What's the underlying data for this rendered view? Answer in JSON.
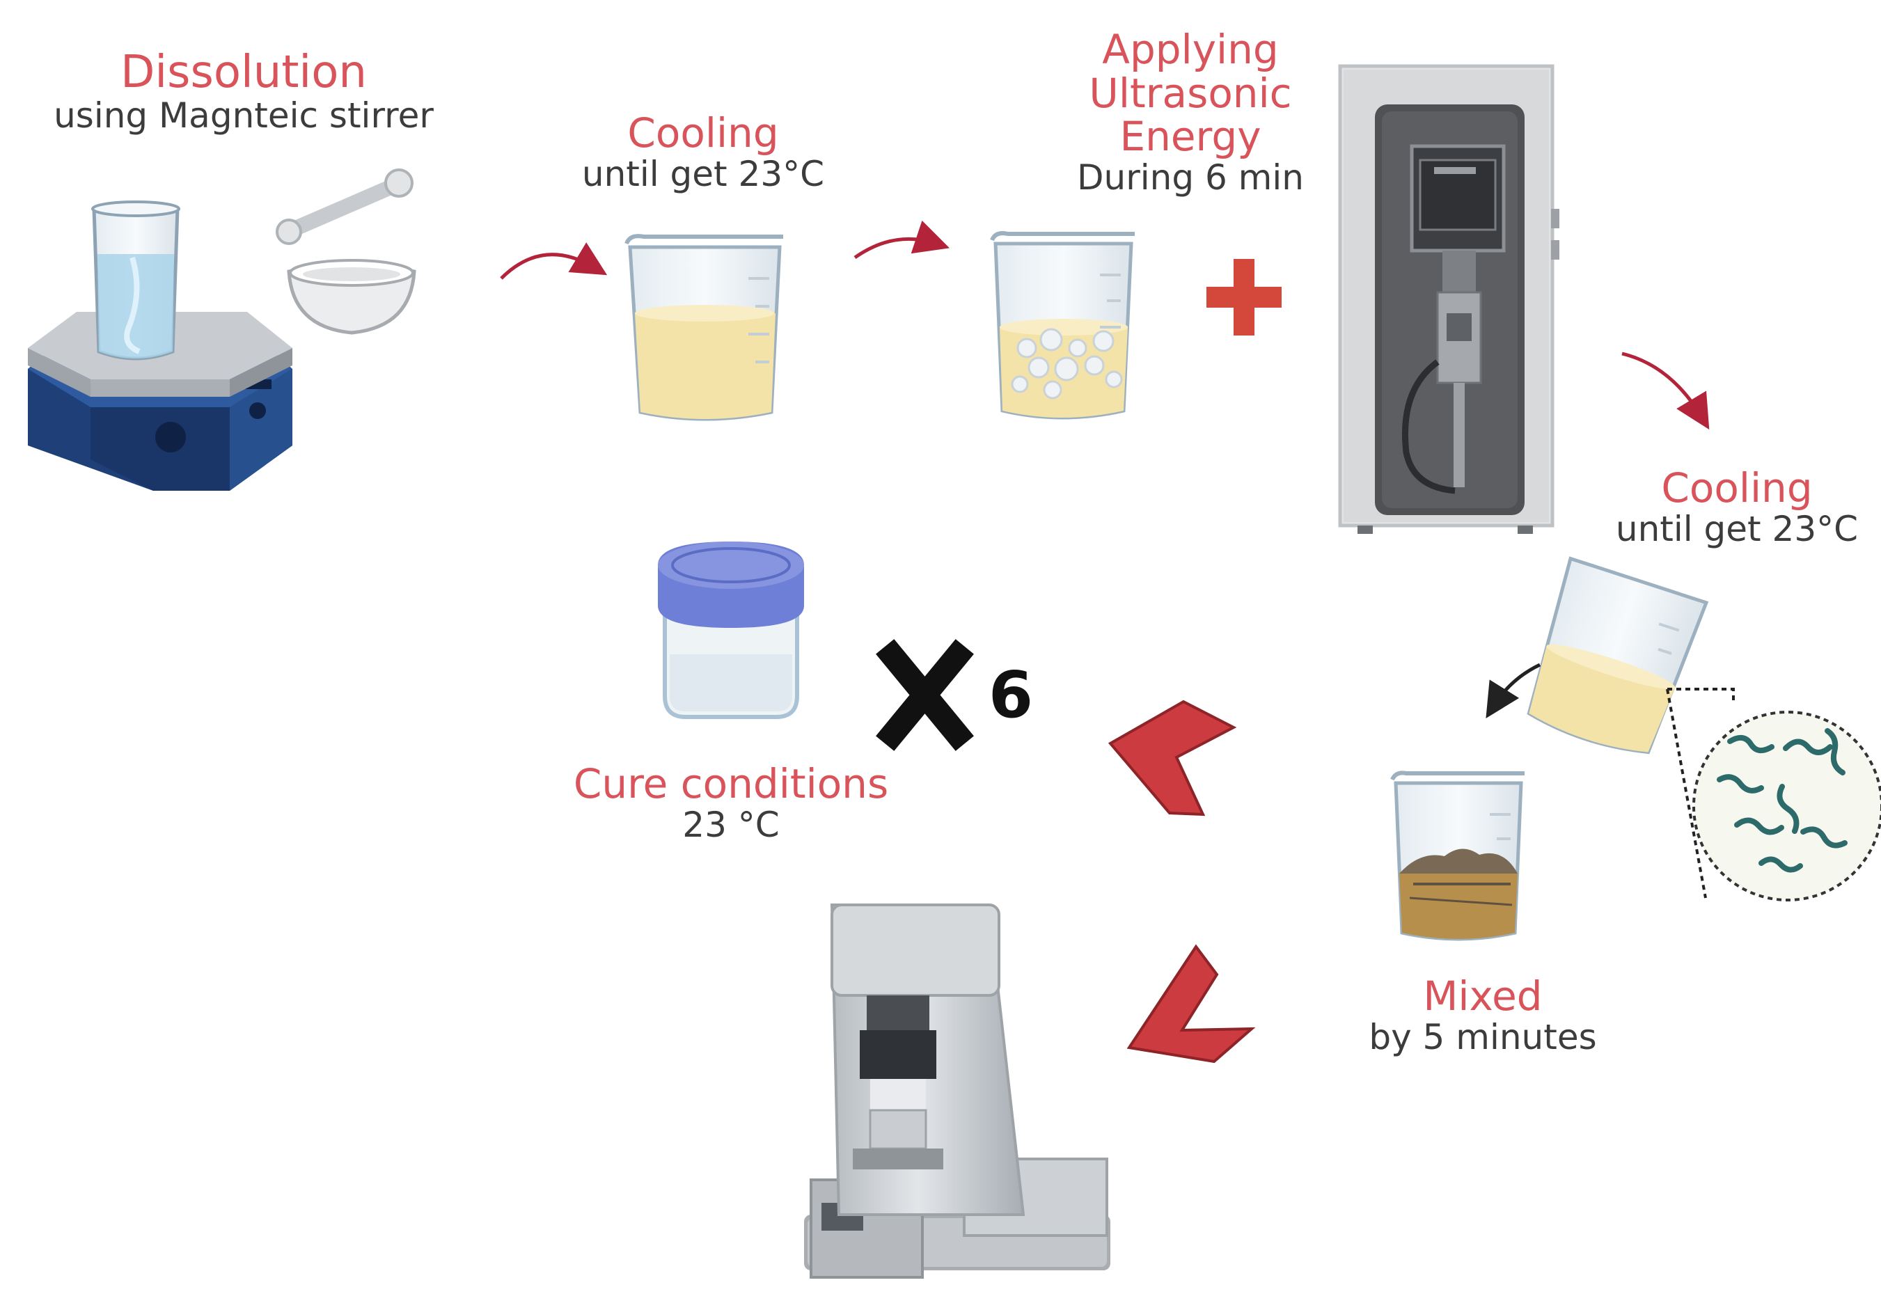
{
  "steps": {
    "dissolution": {
      "title": "Dissolution",
      "subtitle": "using Magnteic stirrer"
    },
    "cooling_1": {
      "title": "Cooling",
      "subtitle": "until get 23°C"
    },
    "ultrasonic": {
      "title_lines": [
        "Applying",
        "Ultrasonic",
        "Energy"
      ],
      "subtitle": "During 6 min"
    },
    "cooling_2": {
      "title": "Cooling",
      "subtitle": "until get 23°C"
    },
    "mixed": {
      "title": "Mixed",
      "subtitle": "by 5 minutes"
    },
    "cure": {
      "title": "Cure conditions",
      "subtitle": "23 °C"
    }
  },
  "multiplier": {
    "count": "6"
  },
  "colors": {
    "title_red": "#d9535b",
    "arrow_red": "#cc3b3f",
    "text_dark": "#3c3c3c",
    "stirrer_blue": "#1f3f78",
    "liquid_yellow": "#f3e3a8",
    "lid_blue": "#6d7fd6"
  },
  "icons": [
    "magnetic-stirrer-icon",
    "mortar-pestle-icon",
    "beaker-yellow-liquid-icon",
    "beaker-particles-icon",
    "plus-icon",
    "ultrasonic-homogenizer-icon",
    "pouring-beaker-icon",
    "bacteria-magnified-icon",
    "beaker-mixture-icon",
    "sample-jar-icon",
    "multiply-icon",
    "compression-testing-machine-icon",
    "curved-arrow-icon",
    "chevron-left-icon"
  ]
}
